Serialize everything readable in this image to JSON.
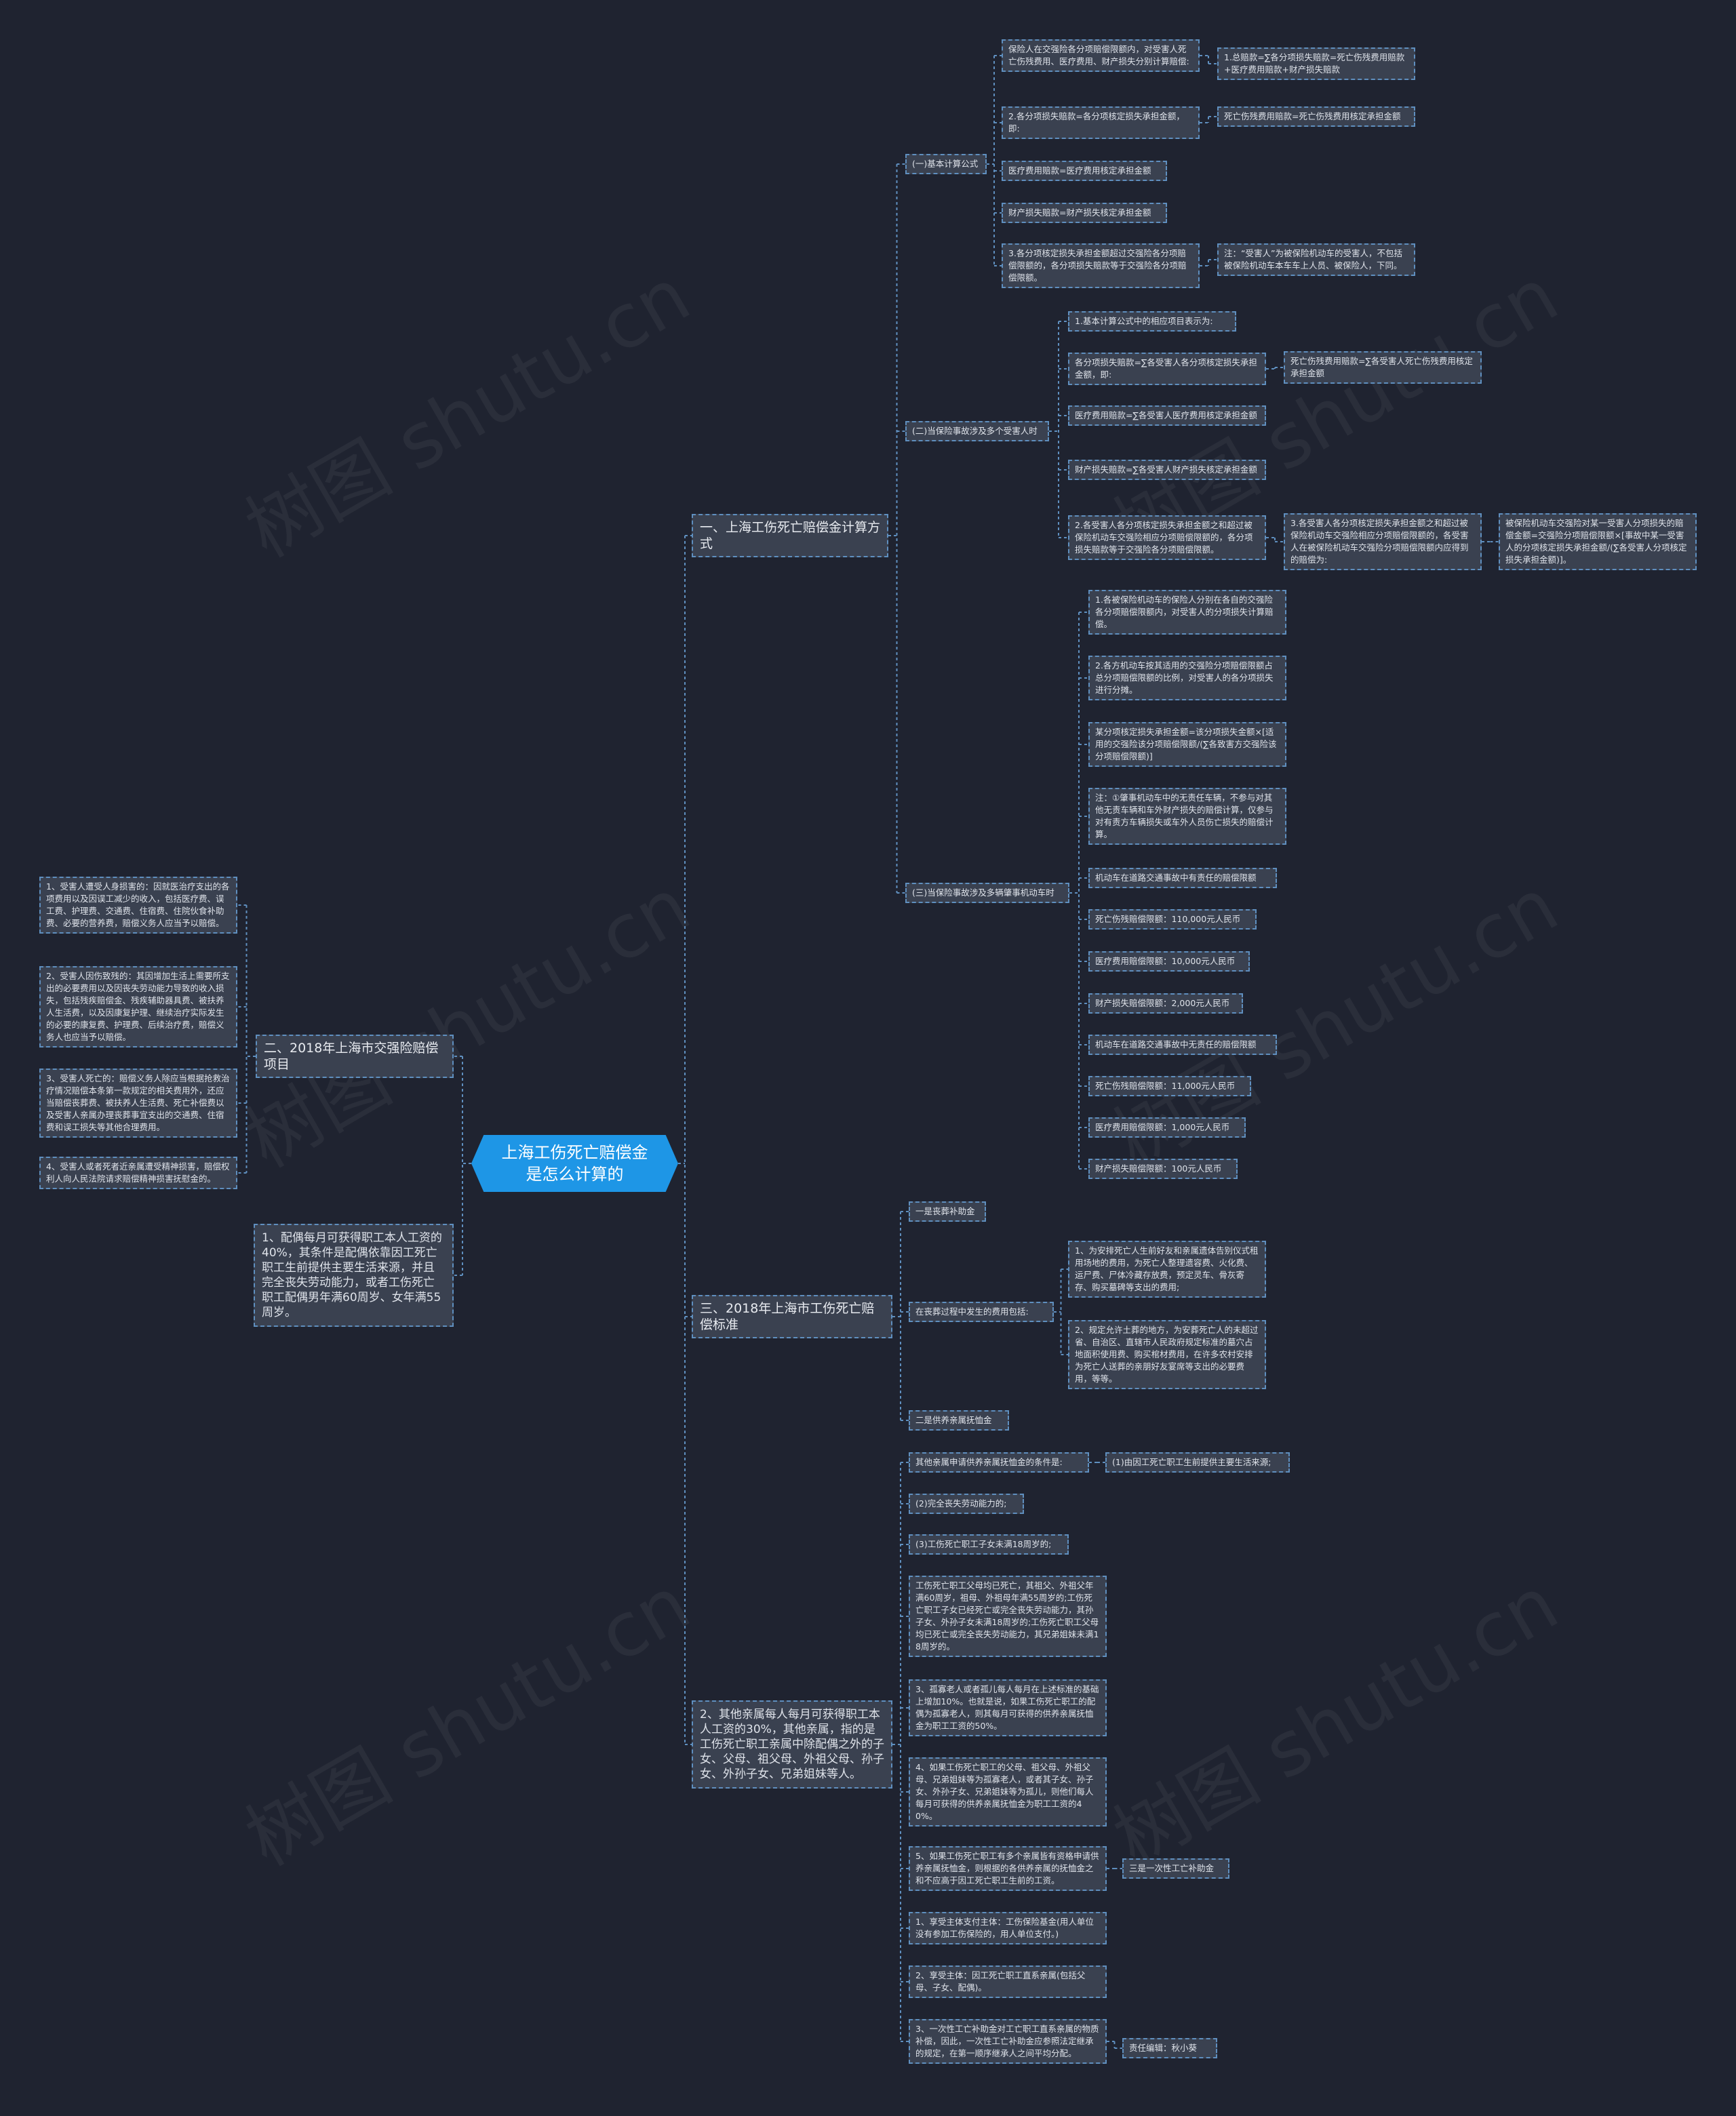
{
  "watermark": "树图 shutu.cn",
  "root": "上海工伤死亡赔偿金是怎么计算的",
  "branch1": {
    "label": "一、上海工伤死亡赔偿金计算方式",
    "sub1": {
      "label": "(一)基本计算公式",
      "items": [
        "保险人在交强险各分项赔偿限额内，对受害人死亡伤残费用、医疗费用、财产损失分别计算赔偿:",
        "2.各分项损失赔款=各分项核定损失承担金额，即:",
        "医疗费用赔款=医疗费用核定承担金额",
        "财产损失赔款=财产损失核定承担金额",
        "3.各分项核定损失承担金额超过交强险各分项赔偿限额的，各分项损失赔款等于交强险各分项赔偿限额。"
      ],
      "notes": [
        "1.总赔款=∑各分项损失赔款=死亡伤残费用赔款+医疗费用赔款+财产损失赔款",
        "死亡伤残费用赔款=死亡伤残费用核定承担金额",
        "注：“受害人”为被保险机动车的受害人，不包括被保险机动车本车车上人员、被保险人，下同。"
      ]
    },
    "sub2": {
      "label": "(二)当保险事故涉及多个受害人时",
      "items": [
        "1.基本计算公式中的相应项目表示为:",
        "各分项损失赔款=∑各受害人各分项核定损失承担金额，即:",
        "医疗费用赔款=∑各受害人医疗费用核定承担金额",
        "财产损失赔款=∑各受害人财产损失核定承担金额",
        "2.各受害人各分项核定损失承担金额之和超过被保险机动车交强险相应分项赔偿限额的，各分项损失赔款等于交强险各分项赔偿限额。"
      ],
      "note_a": "死亡伤残费用赔款=∑各受害人死亡伤残费用核定承担金额",
      "note_b": "3.各受害人各分项核定损失承担金额之和超过被保险机动车交强险相应分项赔偿限额的，各受害人在被保险机动车交强险分项赔偿限额内应得到的赔偿为:",
      "note_c": "被保险机动车交强险对某一受害人分项损失的赔偿金额=交强险分项赔偿限额×[事故中某一受害人的分项核定损失承担金额/(∑各受害人分项核定损失承担金额)]。"
    },
    "sub3": {
      "label": "(三)当保险事故涉及多辆肇事机动车时",
      "items": [
        "1.各被保险机动车的保险人分别在各自的交强险各分项赔偿限额内，对受害人的分项损失计算赔偿。",
        "2.各方机动车按其适用的交强险分项赔偿限额占总分项赔偿限额的比例，对受害人的各分项损失进行分摊。",
        "某分项核定损失承担金额=该分项损失金额×[适用的交强险该分项赔偿限额/(∑各致害方交强险该分项赔偿限额)]",
        "注：①肇事机动车中的无责任车辆，不参与对其他无责车辆和车外财产损失的赔偿计算，仅参与对有责方车辆损失或车外人员伤亡损失的赔偿计算。",
        "机动车在道路交通事故中有责任的赔偿限额",
        "死亡伤残赔偿限额：110,000元人民币",
        "医疗费用赔偿限额：10,000元人民币",
        "财产损失赔偿限额：2,000元人民币",
        "机动车在道路交通事故中无责任的赔偿限额",
        "死亡伤残赔偿限额：11,000元人民币",
        "医疗费用赔偿限额：1,000元人民币",
        "财产损失赔偿限额：100元人民币"
      ]
    }
  },
  "branch2": {
    "label": "二、2018年上海市交强险赔偿项目",
    "items": [
      "1、受害人遭受人身损害的：因就医治疗支出的各项费用以及因误工减少的收入，包括医疗费、误工费、护理费、交通费、住宿费、住院伙食补助费、必要的营养费，赔偿义务人应当予以赔偿。",
      "2、受害人因伤致残的：其因增加生活上需要所支出的必要费用以及因丧失劳动能力导致的收入损失，包括残疾赔偿金、残疾辅助器具费、被扶养人生活费，以及因康复护理、继续治疗实际发生的必要的康复费、护理费、后续治疗费，赔偿义务人也应当予以赔偿。",
      "3、受害人死亡的：赔偿义务人除应当根据抢救治疗情况赔偿本条第一款规定的相关费用外，还应当赔偿丧葬费、被扶养人生活费、死亡补偿费以及受害人亲属办理丧葬事宜支出的交通费、住宿费和误工损失等其他合理费用。",
      "4、受害人或者死者近亲属遭受精神损害，赔偿权利人向人民法院请求赔偿精神损害抚慰金的。"
    ]
  },
  "spouse_note": "1、配偶每月可获得职工本人工资的40%，其条件是配偶依靠因工死亡职工生前提供主要生活来源，并且完全丧失劳动能力，或者工伤死亡职工配偶男年满60周岁、女年满55周岁。",
  "branch3": {
    "label": "三、2018年上海市工伤死亡赔偿标准",
    "a": "一是丧葬补助金",
    "b": "在丧葬过程中发生的费用包括:",
    "b_items": [
      "1、为安排死亡人生前好友和亲属遗体告别仪式租用场地的费用，为死亡人整理遗容费、火化费、运尸费、尸体冷藏存放费，预定灵车、骨灰寄存、购买墓碑等支出的费用;",
      "2、规定允许土葬的地方，为安葬死亡人的未超过省、自治区、直辖市人民政府规定标准的墓穴占地面积使用费、购买棺材费用，在许多农村安排为死亡人送葬的亲朋好友宴席等支出的必要费用，等等。"
    ],
    "c": "二是供养亲属抚恤金"
  },
  "branch4": {
    "label": "2、其他亲属每人每月可获得职工本人工资的30%，其他亲属，指的是工伤死亡职工亲属中除配偶之外的子女、父母、祖父母、外祖父母、孙子女、外孙子女、兄弟姐妹等人。",
    "items": [
      "其他亲属申请供养亲属抚恤金的条件是:",
      "(2)完全丧失劳动能力的;",
      "(3)工伤死亡职工子女未满18周岁的;",
      "工伤死亡职工父母均已死亡，其祖父、外祖父年满60周岁，祖母、外祖母年满55周岁的;工伤死亡职工子女已经死亡或完全丧失劳动能力，其孙子女、外孙子女未满18周岁的;工伤死亡职工父母均已死亡或完全丧失劳动能力，其兄弟姐妹未满18周岁的。",
      "3、孤寡老人或者孤儿每人每月在上述标准的基础上增加10%。也就是说，如果工伤死亡职工的配偶为孤寡老人，则其每月可获得的供养亲属抚恤金为职工工资的50%。",
      "4、如果工伤死亡职工的父母、祖父母、外祖父母、兄弟姐妹等为孤寡老人，或者其子女、孙子女、外孙子女、兄弟姐妹等为孤儿，则他们每人每月可获得的供养亲属抚恤金为职工工资的40%。",
      "5、如果工伤死亡职工有多个亲属皆有资格申请供养亲属抚恤金，则根据的各供养亲属的抚恤金之和不应高于因工死亡职工生前的工资。",
      "1、享受主体支付主体：工伤保险基金(用人单位没有参加工伤保险的，用人单位支付。)",
      "2、享受主体：因工死亡职工直系亲属(包括父母、子女、配偶)。",
      "3、一次性工亡补助金对工亡职工直系亲属的物质补偿，因此，一次性工亡补助金应参照法定继承的规定，在第一顺序继承人之间平均分配。"
    ],
    "cond1": "(1)由因工死亡职工生前提供主要生活来源;",
    "third": "三是一次性工亡补助金",
    "editor": "责任编辑：秋小葵"
  }
}
